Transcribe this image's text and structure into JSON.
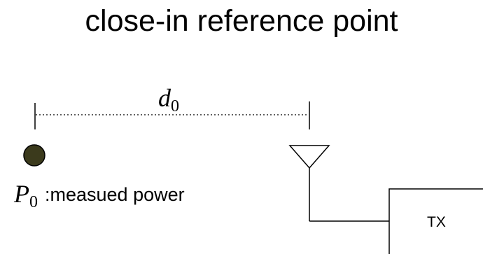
{
  "title": "close-in reference point",
  "distance_label": {
    "symbol": "d",
    "subscript": "0"
  },
  "power_label": {
    "symbol": "P",
    "subscript": "0",
    "text": ":measued power"
  },
  "tx_label": "TX",
  "colors": {
    "point_fill": "#3b3a1c",
    "line": "#000000"
  }
}
